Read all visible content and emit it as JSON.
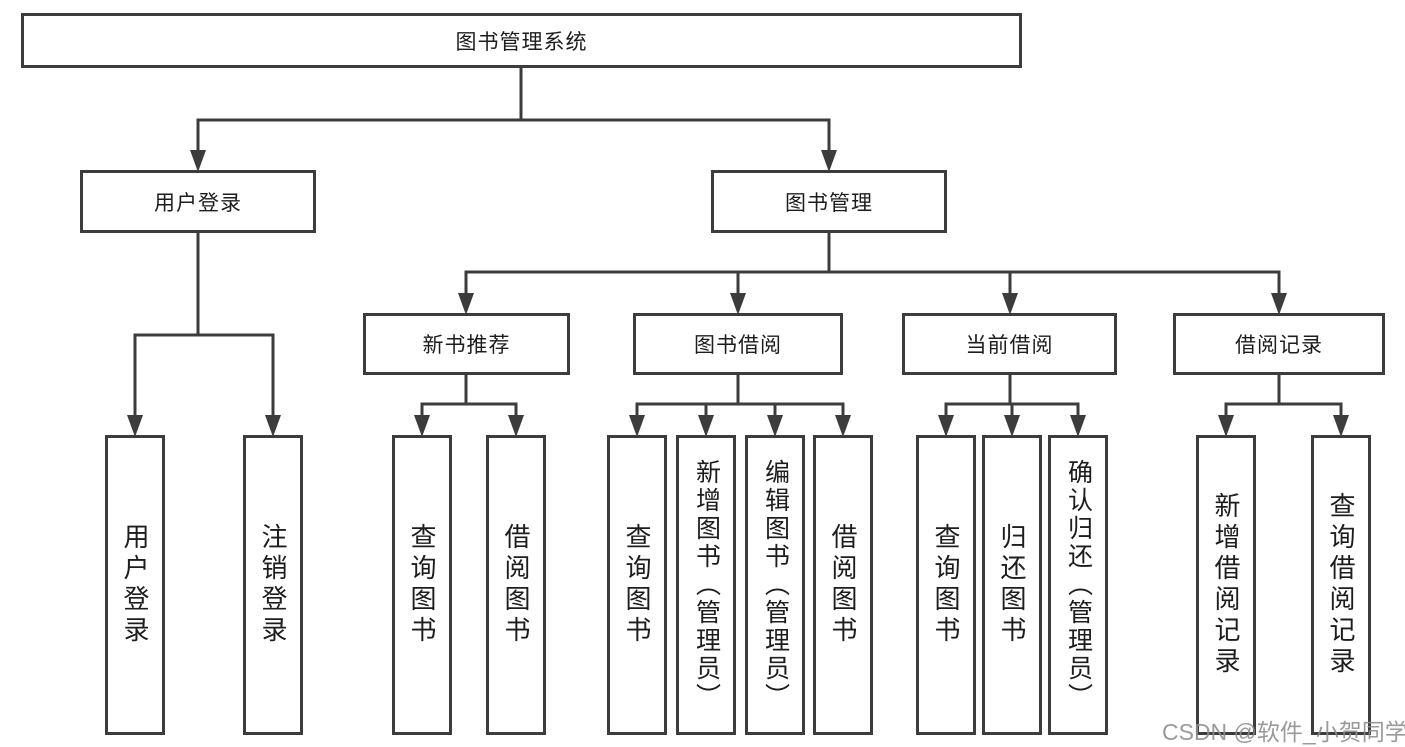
{
  "diagram": {
    "title": {
      "label": "图书管理系统"
    },
    "branches": [
      {
        "label": "用户登录",
        "children": [
          {
            "label": "用户登录"
          },
          {
            "label": "注销登录"
          }
        ]
      },
      {
        "label": "图书管理",
        "children": [
          {
            "label": "新书推荐",
            "children": [
              {
                "label": "查询图书"
              },
              {
                "label": "借阅图书"
              }
            ]
          },
          {
            "label": "图书借阅",
            "children": [
              {
                "label": "查询图书"
              },
              {
                "label": "新增图书（管理员）"
              },
              {
                "label": "编辑图书（管理员）"
              },
              {
                "label": "借阅图书"
              }
            ]
          },
          {
            "label": "当前借阅",
            "children": [
              {
                "label": "查询图书"
              },
              {
                "label": "归还图书"
              },
              {
                "label": "确认归还（管理员）"
              }
            ]
          },
          {
            "label": "借阅记录",
            "children": [
              {
                "label": "新增借阅记录"
              },
              {
                "label": "查询借阅记录"
              }
            ]
          }
        ]
      }
    ]
  },
  "watermark": {
    "text": "CSDN @软件_小贺同学"
  },
  "colors": {
    "line": "#3c3c3c",
    "border": "#3c3c3c",
    "text": "#1d1d1d",
    "background": "#ffffff",
    "watermark": "#8c8c8c"
  }
}
